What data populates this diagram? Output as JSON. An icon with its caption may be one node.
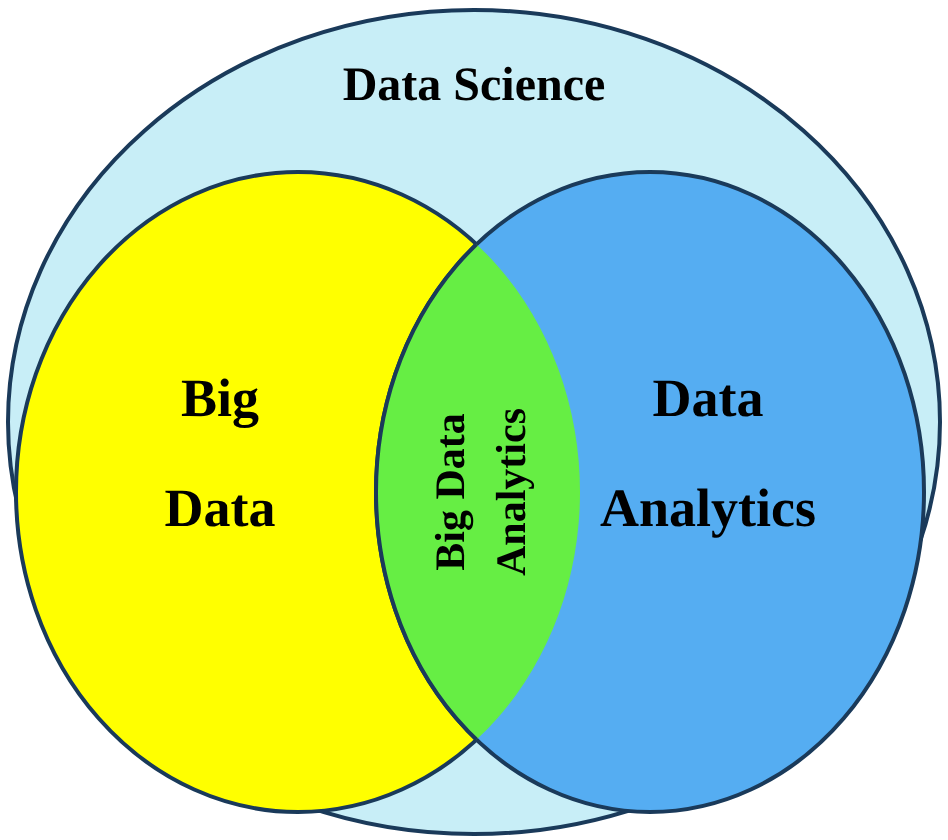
{
  "diagram": {
    "nodes": [
      {
        "text": [
          "Data Science"
        ]
      },
      {
        "text": [
          "Big Data"
        ],
        "in": 0
      },
      {
        "text": [
          "Data Analytics"
        ],
        "in": 0
      },
      {
        "text": [
          "Big Data Analytics"
        ],
        "in": 0
      }
    ]
  }
}
